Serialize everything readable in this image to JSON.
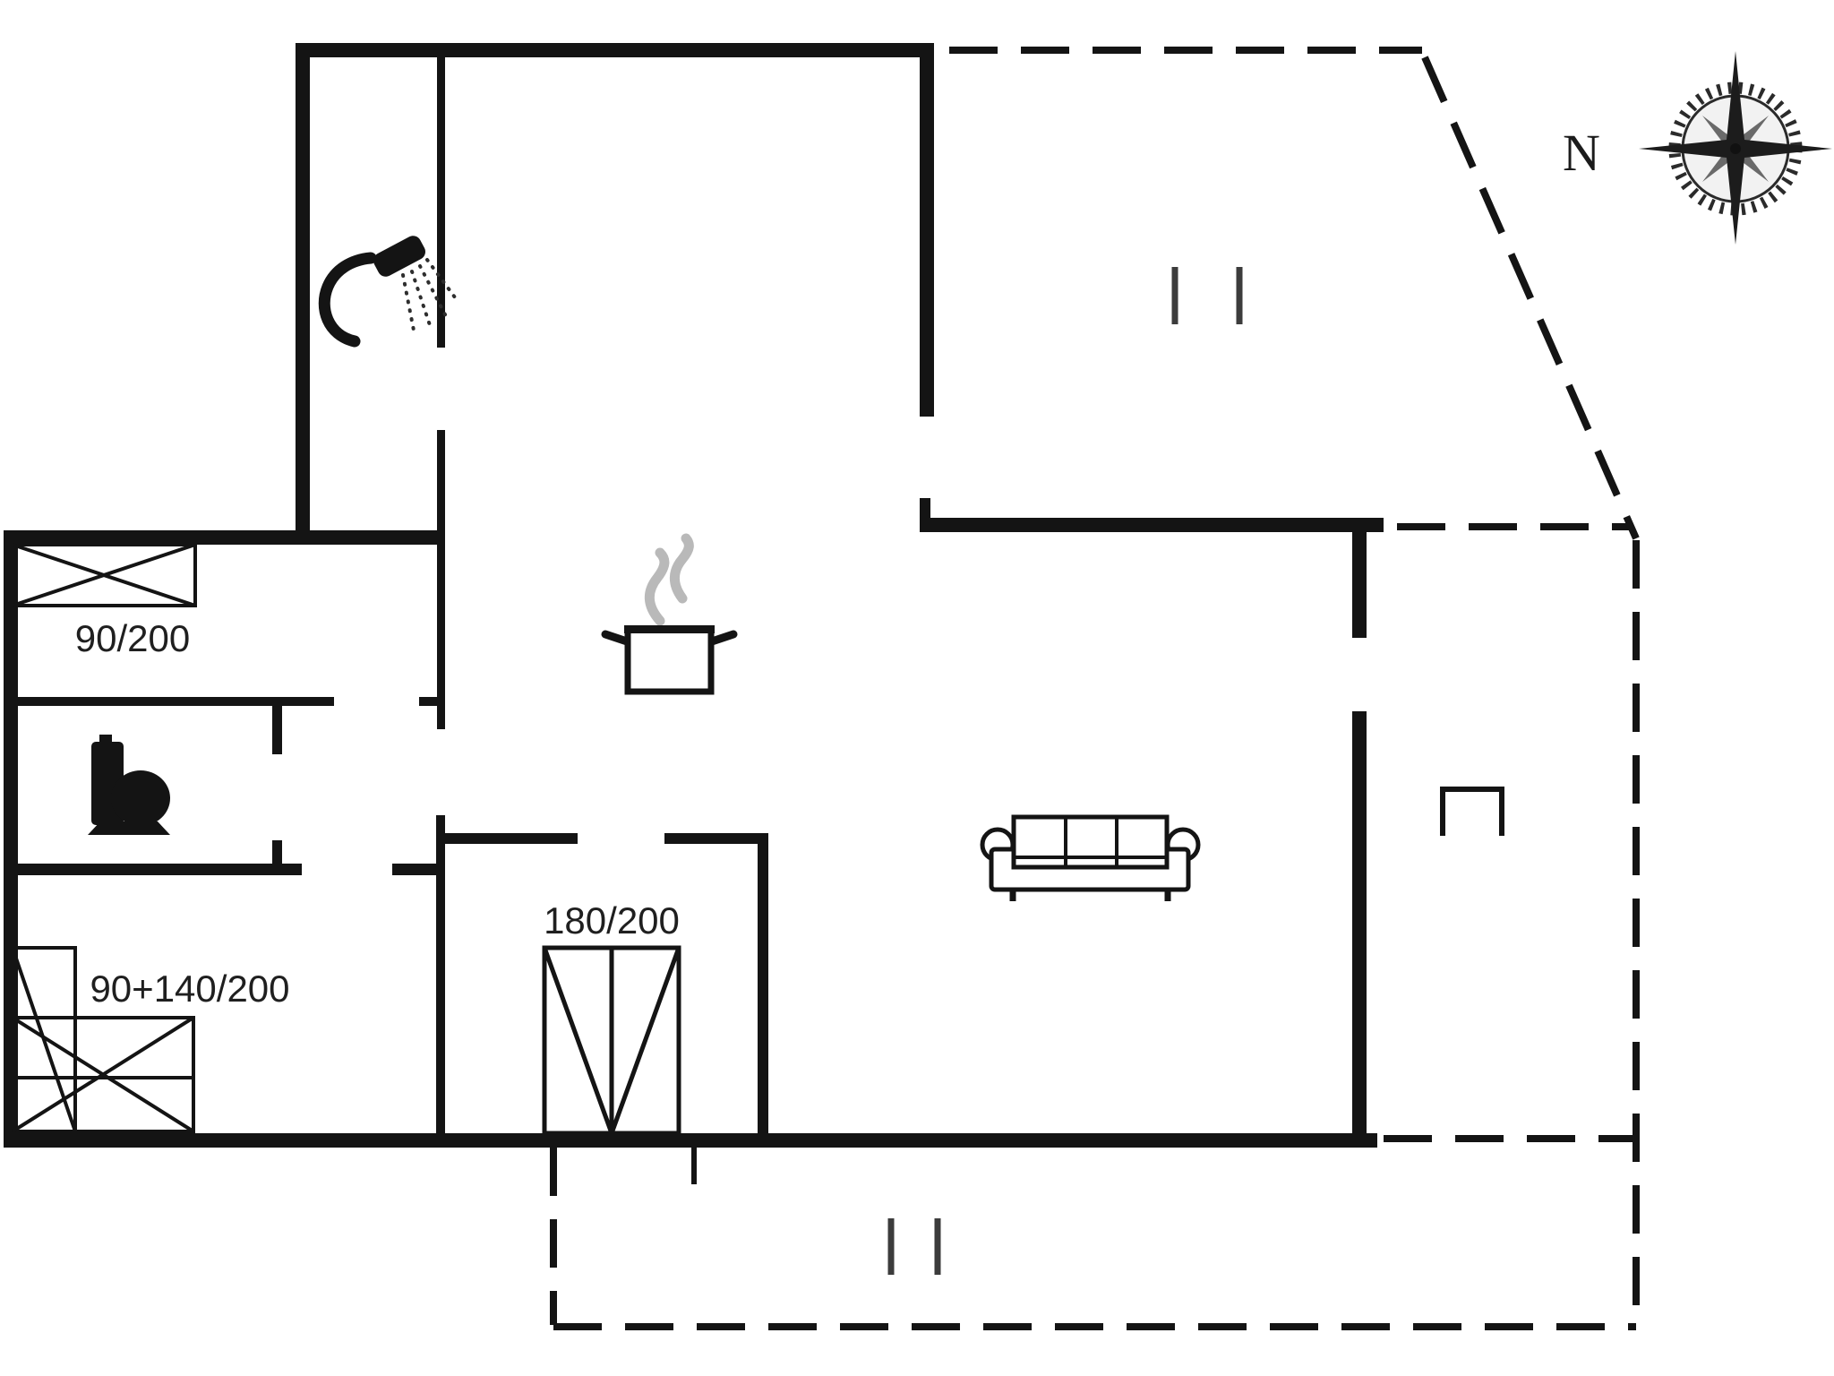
{
  "document": {
    "kind": "holiday-house floor plan drawing",
    "background": "#ffffff"
  },
  "labels": {
    "bed_single": "90/200",
    "bed_bunk_combo": "90+140/200",
    "bed_double": "180/200"
  },
  "compass": {
    "north": "N"
  },
  "colors": {
    "wall": "#141414",
    "dashed_terrace_line": "#141414",
    "window_post_marker": "#3c3c3c",
    "steam": "#b9b9b9",
    "text": "#1f1f1f",
    "compass_dark": "#1c1c1c",
    "compass_mid": "#6a6a6a"
  },
  "icons": {
    "shower": "shower-head-icon",
    "toilet": "toilet-icon",
    "cooking_pot": "cooking-pot-icon",
    "sofa": "sofa-icon",
    "terrace_table": "table-icon",
    "compass_rose": "compass-rose-icon"
  }
}
